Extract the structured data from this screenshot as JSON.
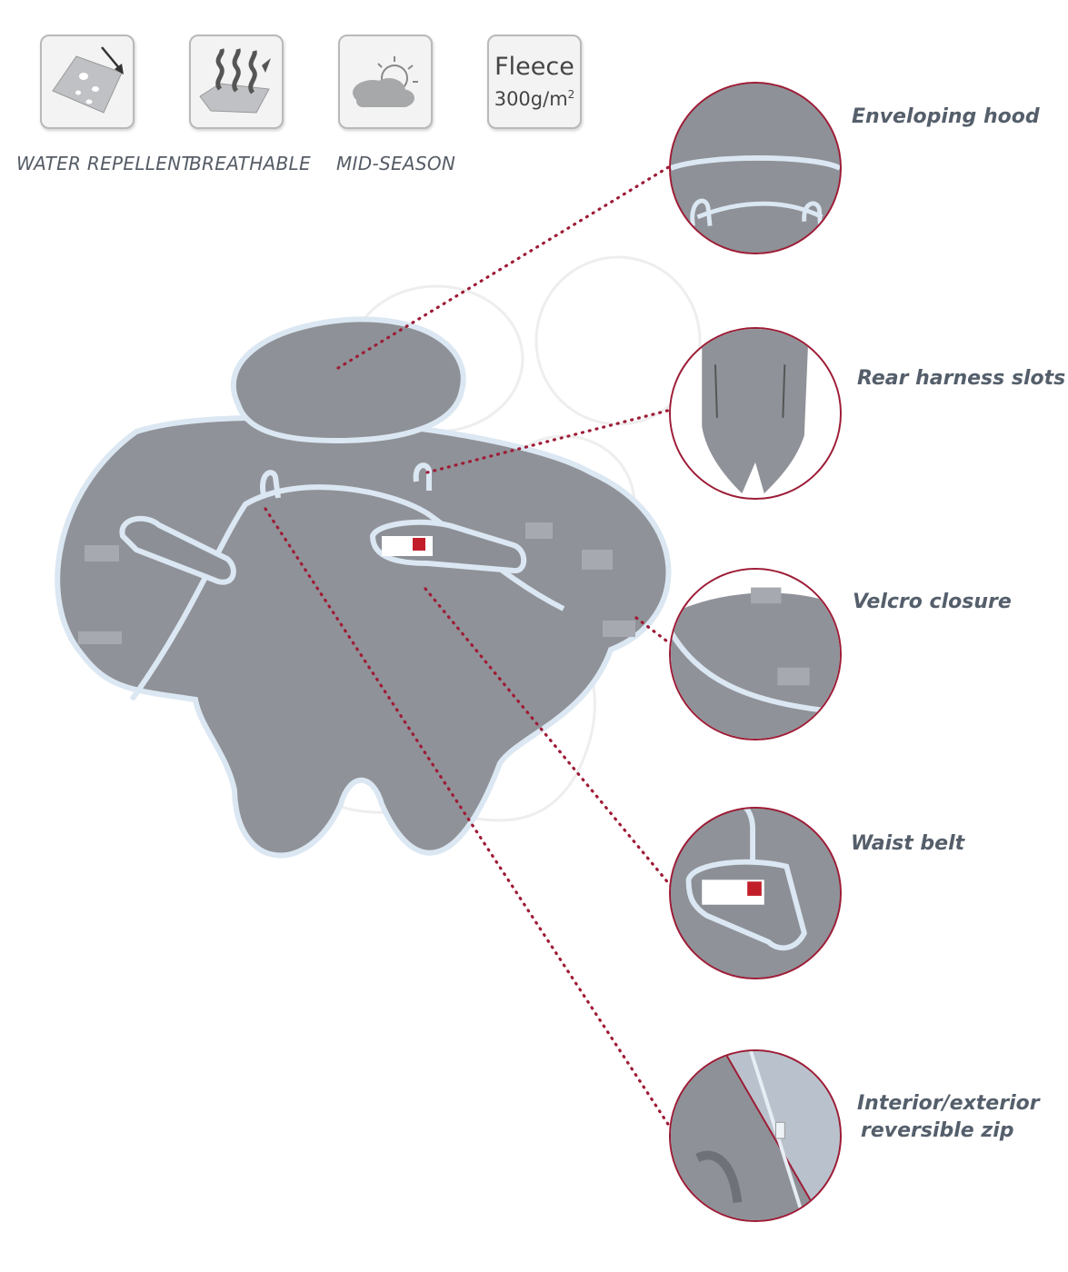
{
  "features": [
    {
      "label": "WATER REPELLENT",
      "icon": "water-drop-icon"
    },
    {
      "label": "BREATHABLE",
      "icon": "breathable-wave-icon"
    },
    {
      "label": "MID-SEASON",
      "icon": "sun-cloud-icon"
    }
  ],
  "fleece": {
    "word": "Fleece",
    "weight": "300g/m",
    "unit_exp": "2"
  },
  "details": [
    {
      "label": "Enveloping hood"
    },
    {
      "label": "Rear harness slots"
    },
    {
      "label": "Velcro closure"
    },
    {
      "label": "Waist belt"
    },
    {
      "label": "Interior/exterior",
      "label2": "reversible zip"
    }
  ],
  "colors": {
    "accent": "#9e1b35",
    "fleece": "#8f9298",
    "trim": "#dbe7f2",
    "text": "#555f6b"
  }
}
